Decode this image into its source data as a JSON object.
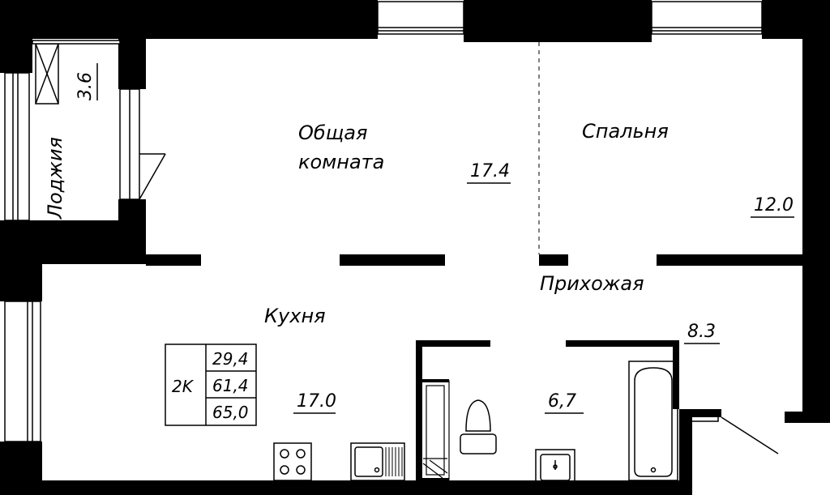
{
  "rooms": {
    "living": {
      "name_line1": "Общая",
      "name_line2": "комната",
      "area": "17.4"
    },
    "bedroom": {
      "name": "Спальня",
      "area": "12.0"
    },
    "hallway": {
      "name": "Прихожая",
      "area": "8.3"
    },
    "kitchen": {
      "name": "Кухня",
      "area": "17.0"
    },
    "loggia": {
      "name": "Лоджия",
      "area": "3.6"
    },
    "bathroom": {
      "area": "6,7"
    }
  },
  "summary": {
    "type": "2K",
    "living_area": "29,4",
    "total_area": "61,4",
    "total_with_loggia": "65,0"
  }
}
